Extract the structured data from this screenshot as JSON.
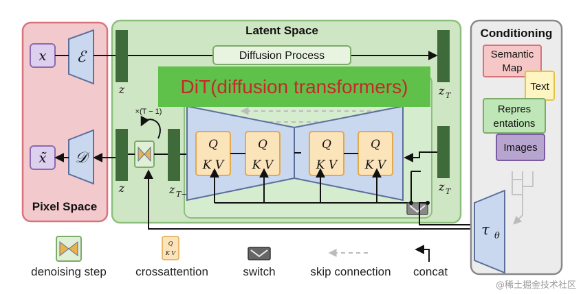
{
  "panels": {
    "pixel_space": "Pixel Space",
    "latent_space": "Latent Space",
    "conditioning": "Conditioning"
  },
  "banner": {
    "text": "DiT(diffusion  transformers)",
    "color": "#5fc14a"
  },
  "labels": {
    "x": "x",
    "x_tilde": "x̃",
    "encoder": "ℰ",
    "decoder": "𝒟",
    "z_top": "z",
    "z_bottom": "z",
    "zT_top": "z",
    "zT_top_sub": "T",
    "zT_bottom": "z",
    "zT_bottom_sub": "T",
    "zT1": "z",
    "zT1_sub": "T−1",
    "loop": "×(T − 1)",
    "diffusion_process": "Diffusion Process",
    "tau": "τ",
    "tau_sub": "θ"
  },
  "attention_blocks": [
    {
      "q": "Q",
      "kv": "K V"
    },
    {
      "q": "Q",
      "kv": "K V"
    },
    {
      "q": "Q",
      "kv": "K V"
    },
    {
      "q": "Q",
      "kv": "K V"
    }
  ],
  "conditioning_items": {
    "semantic_map": [
      "Semantic",
      "Map"
    ],
    "text": "Text",
    "representations": [
      "Repres",
      "entations"
    ],
    "images": "Images"
  },
  "legend": {
    "denoising_step": "denoising step",
    "crossattention": "crossattention",
    "switch": "switch",
    "skip_connection": "skip connection",
    "concat": "concat",
    "mini_q": "Q",
    "mini_kv": "K V"
  },
  "watermark": "@稀土掘金技术社区",
  "colors": {
    "pixel_bg": "#f2c9cc",
    "pixel_border": "#d9737b",
    "latent_bg": "#cfe6c4",
    "latent_border": "#8cbf7c",
    "cond_bg": "#ececec",
    "unet_fill": "#c9d7ef",
    "unet_stroke": "#5b6f9c",
    "attn_fill": "#fbe3ba",
    "attn_stroke": "#e3a94a",
    "dark_green": "#3f6b3a"
  }
}
